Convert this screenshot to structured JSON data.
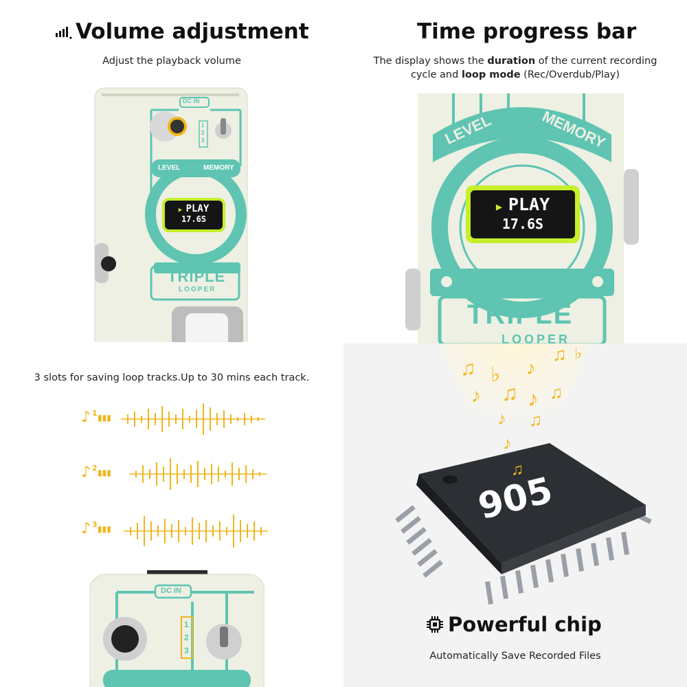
{
  "sections": {
    "volume": {
      "title": "Volume adjustment",
      "subtitle": "Adjust the playback volume"
    },
    "progress": {
      "title": "Time progress bar",
      "subtitle_pre": "The display shows the ",
      "subtitle_bold1": "duration",
      "subtitle_mid": " of the current recording cycle and ",
      "subtitle_bold2": "loop mode",
      "subtitle_post": " (Rec/Overdub/Play)"
    },
    "slots": {
      "subtitle": "3 slots for saving loop tracks.Up to 30 mins each track.",
      "tracks": [
        "1",
        "2",
        "3"
      ]
    },
    "chip": {
      "title": "Powerful chip",
      "subtitle": "Automatically Save Recorded Files",
      "chip_label": "905"
    }
  },
  "pedal": {
    "dc_label": "DC IN",
    "level_label": "LEVEL",
    "memory_label": "MEMORY",
    "screen_mode": "PLAY",
    "screen_time": "17.6S",
    "brand_top": "TRIPLE",
    "brand_bottom": "LOOPER",
    "switch_positions": [
      "1",
      "2",
      "3"
    ]
  },
  "colors": {
    "accent_teal": "#5fc4b2",
    "pedal_body": "#edf0e2",
    "screen_glow": "#c6ef2a",
    "wave_gold": "#f0b51a",
    "chip_dark": "#2c2f33"
  }
}
